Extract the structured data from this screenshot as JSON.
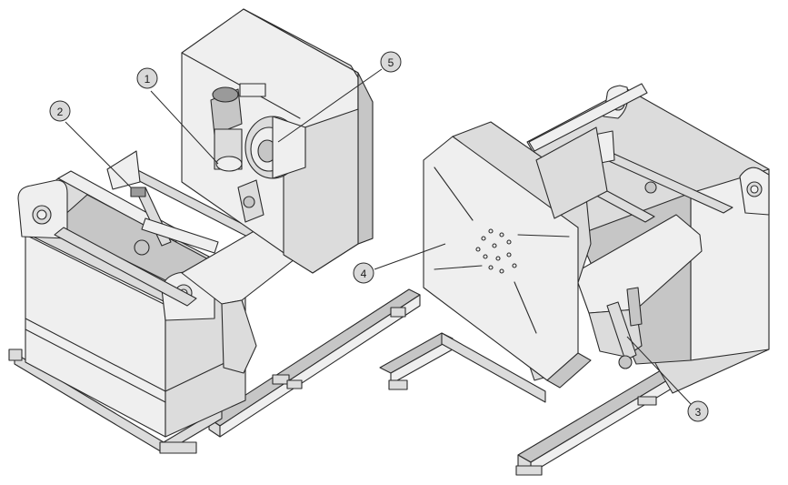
{
  "callouts": [
    {
      "id": "callout-1",
      "label": "1"
    },
    {
      "id": "callout-2",
      "label": "2"
    },
    {
      "id": "callout-3",
      "label": "3"
    },
    {
      "id": "callout-4",
      "label": "4"
    },
    {
      "id": "callout-5",
      "label": "5"
    }
  ],
  "colors": {
    "outline": "#2b2b2b",
    "surface_light": "#efefef",
    "surface_mid": "#dcdcdc",
    "surface_dark": "#c6c6c6",
    "callout_fill": "#d9d9d9"
  }
}
